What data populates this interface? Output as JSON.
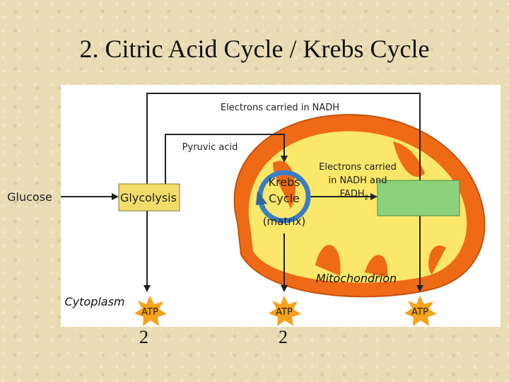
{
  "slide": {
    "title": "2. Citric Acid Cycle / Krebs Cycle"
  },
  "diagram": {
    "labels": {
      "electrons_nadh": "Electrons carried in NADH",
      "pyruvic_acid": "Pyruvic acid",
      "glucose": "Glucose",
      "glycolysis": "Glycolysis",
      "krebs_line1": "Krebs",
      "krebs_line2": "Cycle",
      "matrix": "(matrix)",
      "electrons_fadh_line1": "Electrons carried",
      "electrons_fadh_line2": "in NADH and",
      "electrons_fadh_line3": "FADH",
      "electrons_fadh_sub": "2",
      "mitochondrion": "Mitochondrion",
      "cytoplasm": "Cytoplasm",
      "atp_left": "ATP",
      "atp_mid": "ATP",
      "atp_right": "ATP"
    },
    "colors": {
      "membrane_outer": "#ef6a16",
      "matrix_fill": "#fbe76a",
      "glycolysis_box": "#f3dc6a",
      "etc_box": "#8cd17c",
      "krebs_ring": "#3a7fc4",
      "atp_star": "#f6a21a"
    }
  },
  "bottom_numbers": {
    "left": "2",
    "middle": "2"
  }
}
